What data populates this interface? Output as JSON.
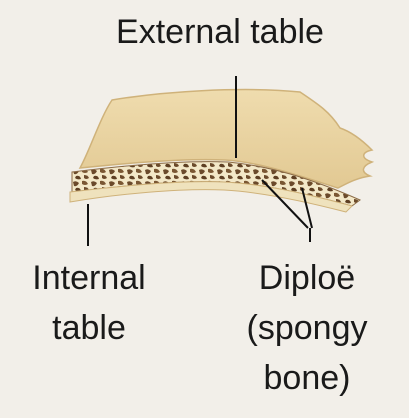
{
  "labels": {
    "external_table": "External table",
    "internal_table_line1": "Internal",
    "internal_table_line2": "table",
    "diploe_line1": "Diploë",
    "diploe_line2": "(spongy",
    "diploe_line3": "bone)"
  },
  "colors": {
    "background": "#f2efe9",
    "bone_surface": "#f0dfae",
    "bone_shadow": "#dcc58f",
    "spongy_bone": "#6b4a2b",
    "leader_line": "#111111"
  }
}
